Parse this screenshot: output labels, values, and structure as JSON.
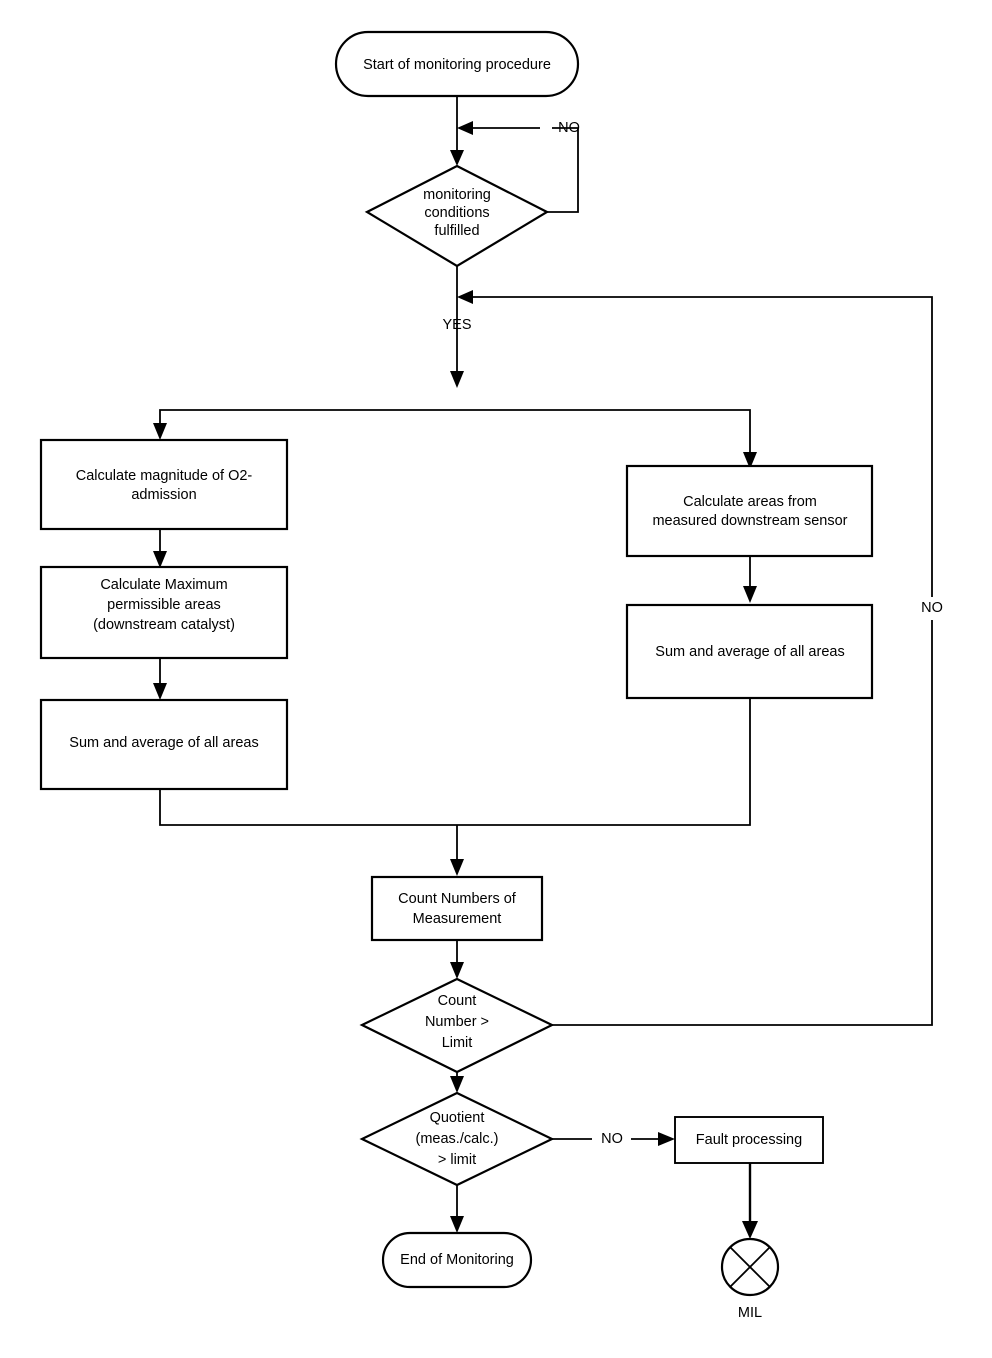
{
  "diagram": {
    "title": "Monitoring procedure flowchart",
    "type": "flowchart",
    "background_color": "#ffffff",
    "line_color": "#000000",
    "text_color": "#000000"
  },
  "nodes": {
    "start": {
      "shape": "terminator",
      "label": "Start of monitoring procedure"
    },
    "monitoring_conditions": {
      "shape": "decision",
      "label_line1": "monitoring",
      "label_line2": "conditions",
      "label_line3": "fulfilled"
    },
    "calc_o2": {
      "shape": "process",
      "label_line1": "Calculate magnitude of O2-",
      "label_line2": "admission"
    },
    "calc_max_permissible": {
      "shape": "process",
      "label_line1": "Calculate Maximum",
      "label_line2": "permissible areas",
      "label_line3": "(downstream catalyst)"
    },
    "sum_avg_left": {
      "shape": "process",
      "label": "Sum and average of all areas"
    },
    "calc_areas_measured": {
      "shape": "process",
      "label_line1": "Calculate areas from",
      "label_line2": "measured downstream sensor"
    },
    "sum_avg_right": {
      "shape": "process",
      "label": "Sum and average of all areas"
    },
    "count_numbers": {
      "shape": "process",
      "label_line1": "Count Numbers of",
      "label_line2": "Measurement"
    },
    "count_limit": {
      "shape": "decision",
      "label_line1": "Count",
      "label_line2": "Number >",
      "label_line3": "Limit"
    },
    "quotient_limit": {
      "shape": "decision",
      "label_line1": "Quotient",
      "label_line2": "(meas./calc.)",
      "label_line3": "> limit"
    },
    "fault_processing": {
      "shape": "process",
      "label": "Fault processing"
    },
    "end_monitoring": {
      "shape": "terminator",
      "label": "End of Monitoring"
    },
    "mil": {
      "shape": "circle-cross",
      "label": "MIL"
    }
  },
  "edge_labels": {
    "conditions_no": "NO",
    "conditions_yes": "YES",
    "count_limit_no": "NO",
    "quotient_no": "NO"
  }
}
